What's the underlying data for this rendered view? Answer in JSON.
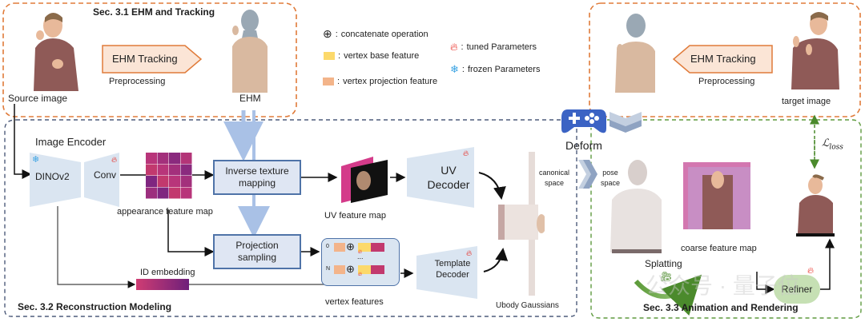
{
  "sections": {
    "ehm_tracking": "Sec. 3.1 EHM and Tracking",
    "reconstruction": "Sec. 3.2 Reconstruction Modeling",
    "animation": "Sec. 3.3 Animation and Rendering"
  },
  "top_left": {
    "source_label": "Source image",
    "tracking_label": "EHM Tracking",
    "preprocessing_label": "Preprocessing",
    "ehm_label": "EHM"
  },
  "top_right": {
    "tracking_label": "EHM Tracking",
    "preprocessing_label": "Preprocessing",
    "target_label": "target image"
  },
  "legend": {
    "concat": "concatenate operation",
    "concat_symbol": "⊕",
    "base_feature": "vertex base feature",
    "projection_feature": "vertex projection feature",
    "tuned": "tuned Parameters",
    "frozen": "frozen Parameters",
    "colors": {
      "base_feature": "#fcd96b",
      "projection_feature": "#f3b48a",
      "tuned": "#e8241c",
      "frozen": "#3aa3e3"
    }
  },
  "encoder": {
    "title": "Image Encoder",
    "dinov2": "DINOv2",
    "conv": "Conv",
    "appearance_label": "appearance feature map"
  },
  "modules": {
    "inverse_texture": "Inverse texture mapping",
    "projection_sampling": "Projection sampling",
    "uv_feature_label": "UV feature map",
    "uv_decoder": "UV Decoder",
    "template_decoder": "Template Decoder",
    "id_embedding": "ID embedding",
    "vertex_features_label": "vertex features",
    "vertex_rows": [
      {
        "index": "0"
      },
      {
        "index": "N"
      }
    ],
    "vertex_ellipsis": "...",
    "ubody_label": "Ubody Gaussians"
  },
  "deform": {
    "label": "Deform",
    "canonical": "canonical space",
    "pose": "pose space"
  },
  "rendering": {
    "splatting": "Splatting",
    "coarse_label": "coarse feature map",
    "refiner": "Refiner",
    "loss": "ℒ",
    "loss_sub": "loss"
  },
  "watermark": "公众号 · 量子位",
  "colors": {
    "orange_dash": "#e07b3a",
    "navy_dash": "#4d5b7a",
    "green_dash": "#5e9a3e",
    "blue_arrow": "#a9c1e6",
    "feature_magenta": "#c2396e",
    "feature_purple": "#8a2a7e"
  }
}
